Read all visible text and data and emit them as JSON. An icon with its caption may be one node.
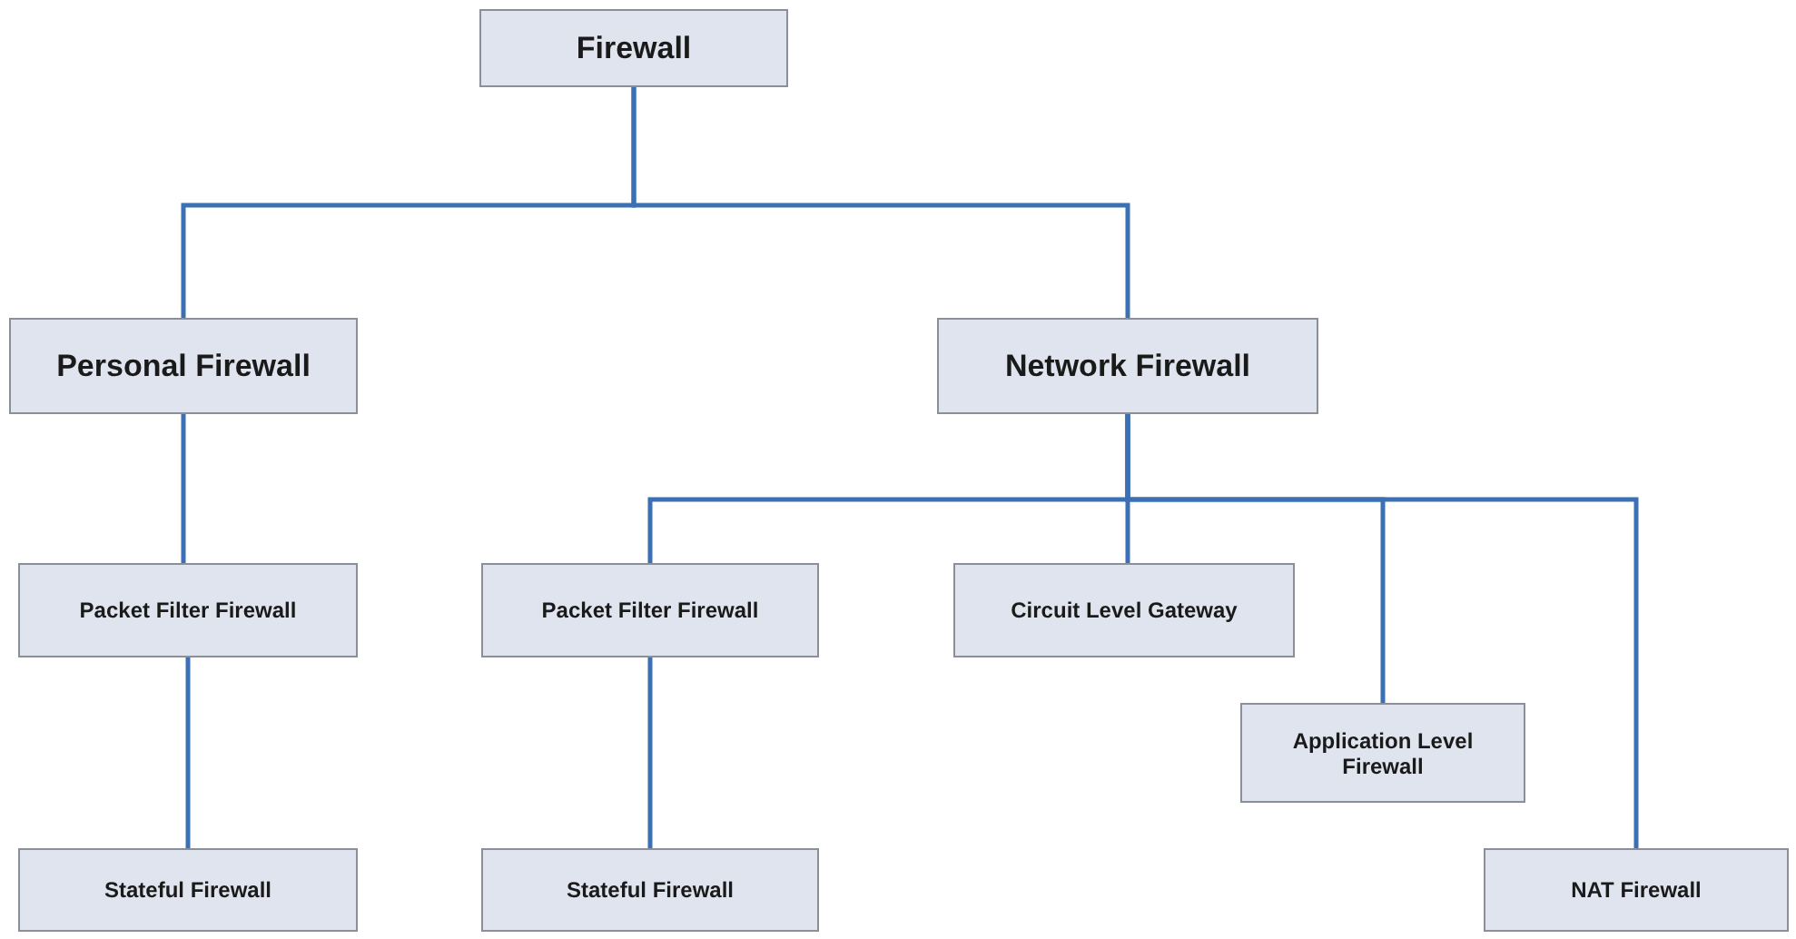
{
  "diagram": {
    "nodes": [
      {
        "text": [
          "Firewall"
        ]
      },
      {
        "text": [
          "Personal Firewall"
        ]
      },
      {
        "text": [
          "Network Firewall"
        ]
      },
      {
        "text": [
          "Packet Filter Firewall"
        ]
      },
      {
        "text": [
          "Packet Filter Firewall"
        ]
      },
      {
        "text": [
          "Circuit Level Gateway"
        ]
      },
      {
        "text": [
          "Application Level Firewall"
        ]
      },
      {
        "text": [
          "Stateful Firewall"
        ]
      },
      {
        "text": [
          "Stateful Firewall"
        ]
      },
      {
        "text": [
          "NAT Firewall"
        ]
      }
    ],
    "edges": [
      {
        "from": 0,
        "to": 1,
        "arrow": "none"
      },
      {
        "from": 0,
        "to": 2,
        "arrow": "none"
      },
      {
        "from": 1,
        "to": 3,
        "arrow": "none"
      },
      {
        "from": 2,
        "to": 4,
        "arrow": "none"
      },
      {
        "from": 2,
        "to": 5,
        "arrow": "none"
      },
      {
        "from": 2,
        "to": 6,
        "arrow": "none"
      },
      {
        "from": 2,
        "to": 9,
        "arrow": "none"
      },
      {
        "from": 3,
        "to": 7,
        "arrow": "none"
      },
      {
        "from": 4,
        "to": 8,
        "arrow": "none"
      }
    ]
  }
}
